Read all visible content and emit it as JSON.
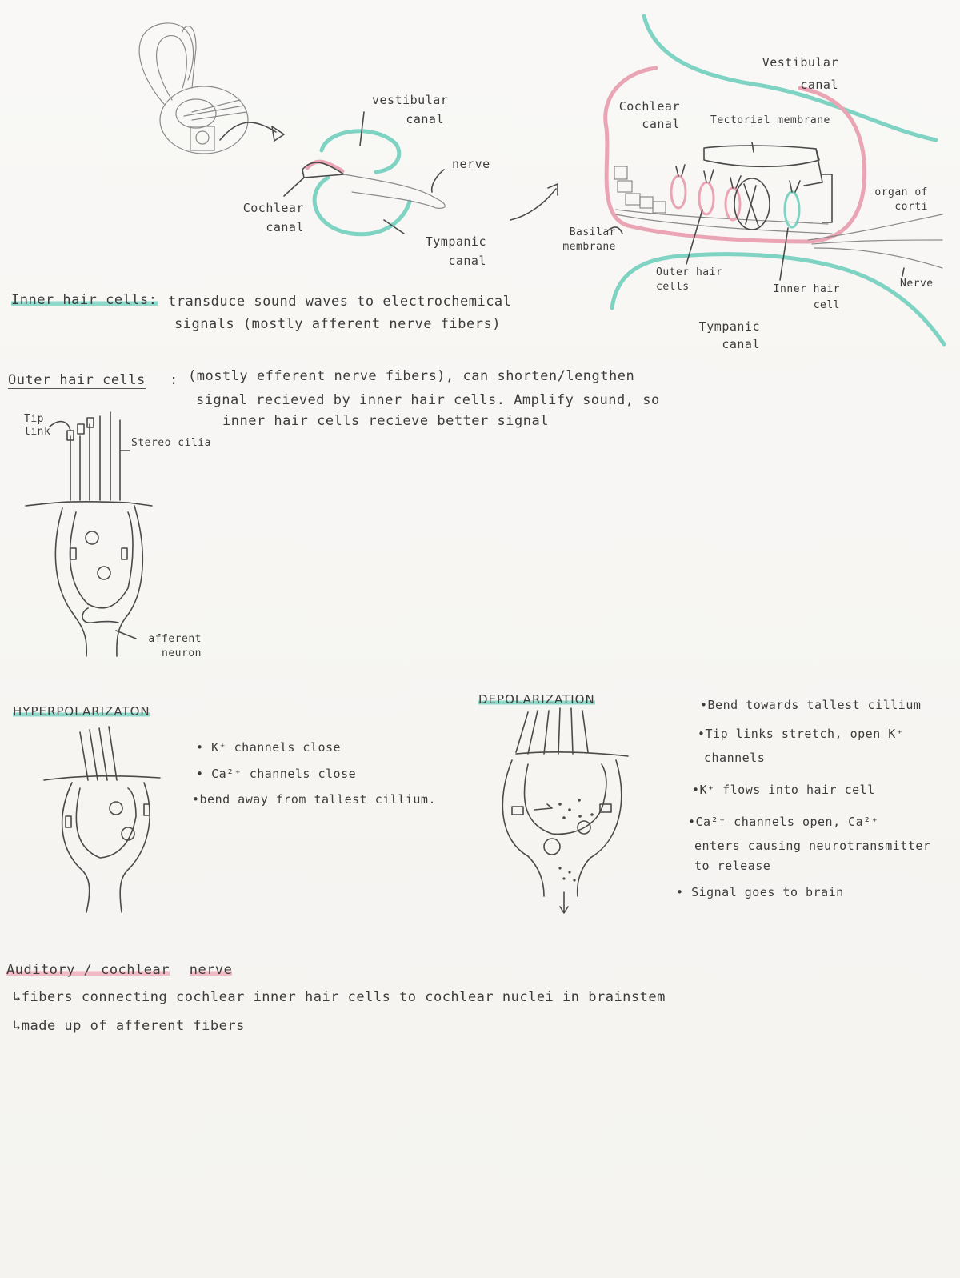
{
  "diagram_labels": {
    "vestibular_canal_small": "vestibular canal",
    "nerve": "nerve",
    "cochlear_canal_small": "Cochlear canal",
    "tympanic_canal_small": "Tympanic canal",
    "vestibular_canal_big": "Vestibular canal",
    "cochlear_canal_big": "Cochlear canal",
    "tectorial_membrane": "Tectorial membrane",
    "organ_of_corti": "organ of corti",
    "basilar_membrane": "Basilar membrane",
    "outer_hair_cells": "Outer hair cells",
    "inner_hair_cell": "Inner hair cell",
    "nerve_big": "Nerve",
    "tympanic_canal_big": "Tympanic canal"
  },
  "inner_hair_cells": {
    "heading": "Inner hair cells:",
    "line1": "transduce sound waves to electrochemical",
    "line2": "signals (mostly afferent nerve fibers)"
  },
  "outer_hair_cells": {
    "heading": "Outer hair cells",
    "colon": ":",
    "line1": "(mostly efferent nerve fibers), can shorten/lengthen",
    "line2": "signal recieved by inner hair cells. Amplify sound, so",
    "line3": "inner hair cells recieve better signal"
  },
  "hair_cell_diagram": {
    "tip_link": "Tip link",
    "stereocilia": "Stereo cilia",
    "afferent_neuron": "afferent neuron"
  },
  "hyperpolarization": {
    "heading": "HYPERPOLARIZATON",
    "bullets": [
      "K⁺ channels close",
      "Ca²⁺ channels close",
      "bend away from tallest cillium."
    ]
  },
  "depolarization": {
    "heading": "DEPOLARIZATION",
    "bullets": [
      "Bend towards tallest cillium",
      "Tip links stretch, open K⁺",
      "channels",
      "K⁺ flows into hair cell",
      "Ca²⁺ channels open, Ca²⁺",
      "enters causing neurotransmitter",
      "to release",
      "Signal goes to brain"
    ]
  },
  "auditory_nerve": {
    "heading_part1": "Auditory / cochlear",
    "heading_part2": "nerve",
    "line1": "↳fibers connecting cochlear inner hair cells to cochlear nuclei in brainstem",
    "line2": "↳made up of afferent fibers"
  },
  "colors": {
    "teal": "#7fd3c3",
    "pink": "#eaa5b5",
    "ink": "#4a4a4a"
  }
}
